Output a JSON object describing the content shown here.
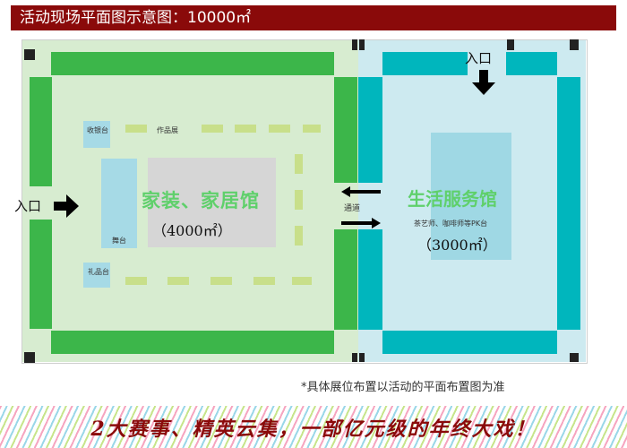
{
  "header": {
    "title": "活动现场平面图示意图：10000㎡"
  },
  "plan": {
    "left_hall": {
      "name": "家装、家居馆",
      "area": "（4000㎡）"
    },
    "right_hall": {
      "name": "生活服务馆",
      "area": "（3000㎡）",
      "stage_label": "茶艺师、咖啡师等PK台"
    },
    "labels": {
      "cashier": "收银台",
      "exhibits": "作品展",
      "stage": "舞台",
      "gifts": "礼品台",
      "corridor": "通道"
    },
    "entrance_left": "入口",
    "entrance_top": "入口"
  },
  "footnote": "*具体展位布置以活动的平面布置图为准",
  "slogan": "2大赛事、精英云集，一部亿元级的年终大戏！",
  "colors": {
    "title_bar": "#8a0a0a",
    "green_wall": "#3cb64a",
    "teal_wall": "#00b6bd",
    "left_zone": "#d7ecd0",
    "right_zone": "#cdeaf0"
  }
}
